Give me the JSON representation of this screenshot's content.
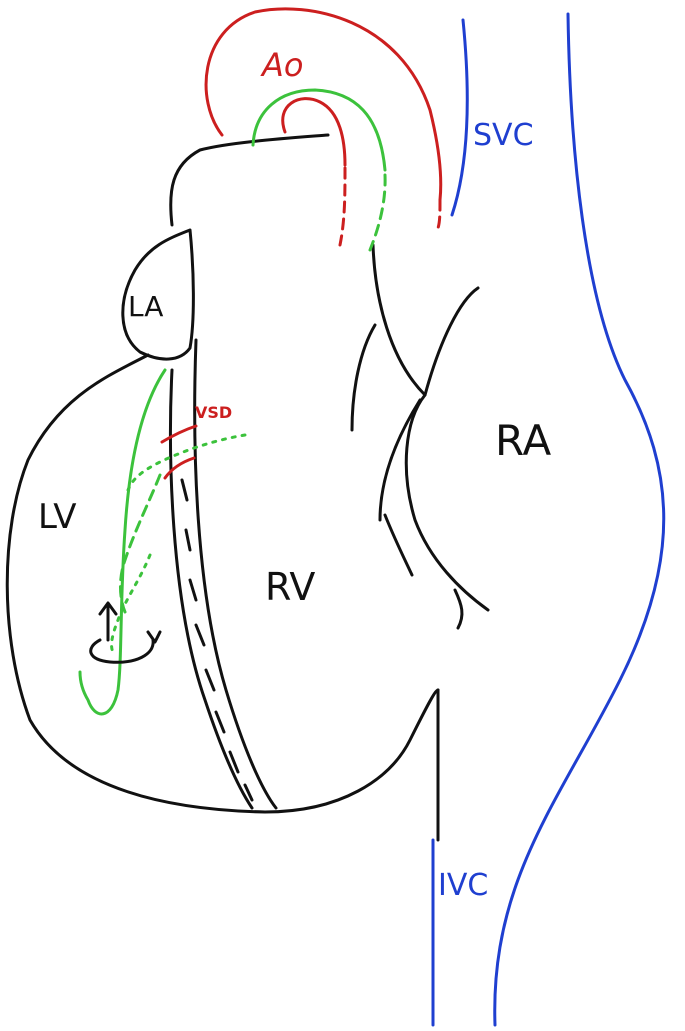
{
  "labels": {
    "ao": "Ao",
    "svc": "SVC",
    "la": "LA",
    "vsd": "VSD",
    "ra": "RA",
    "lv": "LV",
    "rv": "RV",
    "ivc": "IVC"
  },
  "colors": {
    "outline": "#111111",
    "aorta": "#cc1f1f",
    "catheter": "#3cc23c",
    "vena_cava": "#1f3fd0"
  },
  "icons": [
    "rotation-arrow-icon"
  ]
}
